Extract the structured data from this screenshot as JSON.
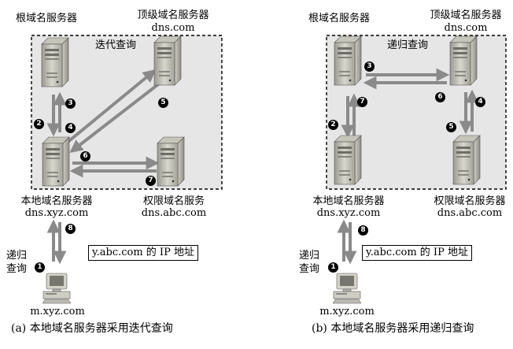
{
  "left": {
    "root_label": "根域名服务器",
    "tld_label": "顶级域名服务器",
    "tld_host": "dns.com",
    "mode_label": "迭代查询",
    "local_label": "本地域名服务器",
    "local_host": "dns.xyz.com",
    "auth_label": "权限域名服务",
    "auth_host": "dns.abc.com",
    "query_box": "y.abc.com 的 IP 地址",
    "recursive_line1": "递归",
    "recursive_line2": "查询",
    "client_host": "m.xyz.com",
    "caption": "(a) 本地域名服务器采用迭代查询",
    "steps": [
      "2",
      "3",
      "4",
      "5",
      "6",
      "7",
      "8",
      "1"
    ]
  },
  "right": {
    "root_label": "根域名服务器",
    "tld_label": "顶级域名服务器",
    "tld_host": "dns.com",
    "mode_label": "递归查询",
    "local_label": "本地域名服务器",
    "local_host": "dns.xyz.com",
    "auth_label": "权限域名服务器",
    "auth_host": "dns.abc.com",
    "query_box": "y.abc.com 的 IP 地址",
    "recursive_line1": "递归",
    "recursive_line2": "查询",
    "client_host": "m.xyz.com",
    "caption": "(b) 本地域名服务器采用递归查询",
    "steps": [
      "2",
      "3",
      "4",
      "5",
      "6",
      "7",
      "8",
      "1"
    ]
  }
}
